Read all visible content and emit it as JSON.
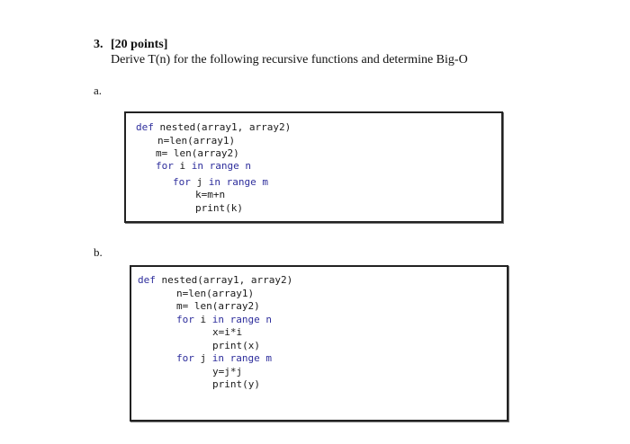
{
  "question": {
    "number": "3.",
    "points": "[20 points]",
    "prompt": "Derive T(n) for the following recursive functions and determine Big-O"
  },
  "parts": [
    {
      "label": "a.",
      "code": [
        {
          "kw": "def",
          "rest": " nested(array1, array2)"
        },
        {
          "kw": "",
          "rest": "n=len(array1)"
        },
        {
          "kw": "",
          "rest": "m= len(array2)"
        },
        {
          "kw": "for",
          "mid": " i ",
          "kw2": "in range n",
          "rest": ""
        },
        {
          "kw": "for",
          "mid": " j ",
          "kw2": "in range m",
          "rest": ""
        },
        {
          "kw": "",
          "rest": "k=m+n"
        },
        {
          "kw": "",
          "rest": "print(k)"
        }
      ]
    },
    {
      "label": "b.",
      "code": [
        {
          "kw": "def",
          "rest": " nested(array1, array2)"
        },
        {
          "kw": "",
          "rest": "n=len(array1)"
        },
        {
          "kw": "",
          "rest": "m= len(array2)"
        },
        {
          "kw": "for",
          "mid": " i ",
          "kw2": "in range n",
          "rest": ""
        },
        {
          "kw": "",
          "rest": "x=i*i"
        },
        {
          "kw": "",
          "rest": "print(x)"
        },
        {
          "kw": "for",
          "mid": " j ",
          "kw2": "in range m",
          "rest": ""
        },
        {
          "kw": "",
          "rest": "y=j*j"
        },
        {
          "kw": "",
          "rest": "print(y)"
        }
      ]
    }
  ],
  "colors": {
    "keyword": "#2e2e9c",
    "text": "#1a1a1a",
    "border": "#222222"
  }
}
